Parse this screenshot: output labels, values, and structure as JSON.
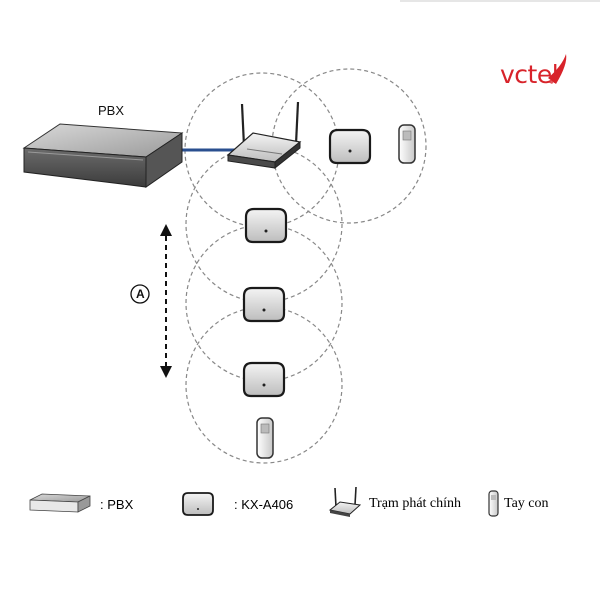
{
  "brand": {
    "name": "vctel",
    "accent_color": "#d8232a"
  },
  "diagram": {
    "pbx_label": "PBX",
    "distance_label": "A",
    "link_color": "#2a4f8f",
    "coverage_circle_color": "#888888"
  },
  "legend": [
    {
      "icon": "pbx-icon",
      "text": ": PBX"
    },
    {
      "icon": "repeater-icon",
      "text": ": KX-A406"
    },
    {
      "icon": "base-station-icon",
      "text": "Trạm phát chính"
    },
    {
      "icon": "handset-icon",
      "text": "Tay con"
    }
  ]
}
